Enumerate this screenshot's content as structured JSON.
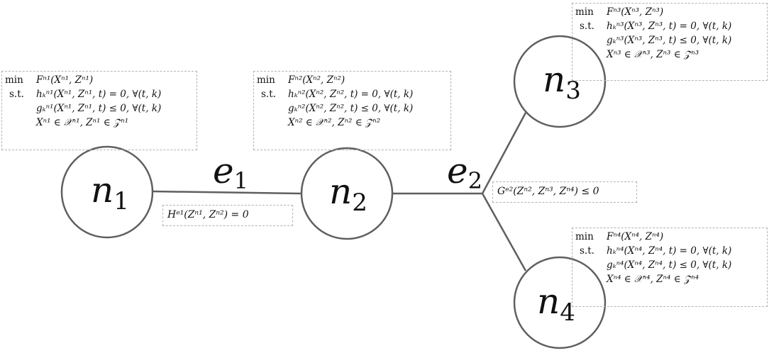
{
  "nodes": [
    {
      "id": "n1",
      "letter": "n",
      "sub": "1"
    },
    {
      "id": "n2",
      "letter": "n",
      "sub": "2"
    },
    {
      "id": "n3",
      "letter": "n",
      "sub": "3"
    },
    {
      "id": "n4",
      "letter": "n",
      "sub": "4"
    }
  ],
  "edges": [
    {
      "id": "e1",
      "letter": "e",
      "sub": "1"
    },
    {
      "id": "e2",
      "letter": "e",
      "sub": "2"
    }
  ],
  "problems": {
    "n1": {
      "min_key": "min",
      "st_key": "s.t.",
      "objective": "Fⁿ¹(Xⁿ¹, Zⁿ¹)",
      "c1": "hₖⁿ¹(Xⁿ¹, Zⁿ¹, t) = 0, ∀(t, k)",
      "c2": "gₖⁿ¹(Xⁿ¹, Zⁿ¹, t) ≤ 0, ∀(t, k)",
      "c3": "Xⁿ¹ ∈ 𝒳ⁿ¹, Zⁿ¹ ∈ 𝒵ⁿ¹"
    },
    "n2": {
      "min_key": "min",
      "st_key": "s.t.",
      "objective": "Fⁿ²(Xⁿ², Zⁿ²)",
      "c1": "hₖⁿ²(Xⁿ², Zⁿ², t) = 0, ∀(t, k)",
      "c2": "gₖⁿ²(Xⁿ², Zⁿ², t) ≤ 0, ∀(t, k)",
      "c3": "Xⁿ² ∈ 𝒳ⁿ², Zⁿ² ∈ 𝒵ⁿ²"
    },
    "n3": {
      "min_key": "min",
      "st_key": "s.t.",
      "objective": "Fⁿ³(Xⁿ³, Zⁿ³)",
      "c1": "hₖⁿ³(Xⁿ³, Zⁿ³, t) = 0, ∀(t, k)",
      "c2": "gₖⁿ³(Xⁿ³, Zⁿ³, t) ≤ 0, ∀(t, k)",
      "c3": "Xⁿ³ ∈ 𝒳ⁿ³, Zⁿ³ ∈ 𝒵ⁿ³"
    },
    "n4": {
      "min_key": "min",
      "st_key": "s.t.",
      "objective": "Fⁿ⁴(Xⁿ⁴, Zⁿ⁴)",
      "c1": "hₖⁿ⁴(Xⁿ⁴, Zⁿ⁴, t) = 0, ∀(t, k)",
      "c2": "gₖⁿ⁴(Xⁿ⁴, Zⁿ⁴, t) ≤ 0, ∀(t, k)",
      "c3": "Xⁿ⁴ ∈ 𝒳ⁿ⁴, Zⁿ⁴ ∈ 𝒵ⁿ⁴"
    }
  },
  "edge_constraints": {
    "e1": "Hᵉ¹(Zⁿ¹, Zⁿ²) = 0",
    "e2": "Gᵉ²(Zⁿ², Zⁿ³, Zⁿ⁴) ≤ 0"
  },
  "colors": {
    "stroke": "#5f5f5f",
    "dash": "#b3b3b3",
    "text": "#111111"
  }
}
